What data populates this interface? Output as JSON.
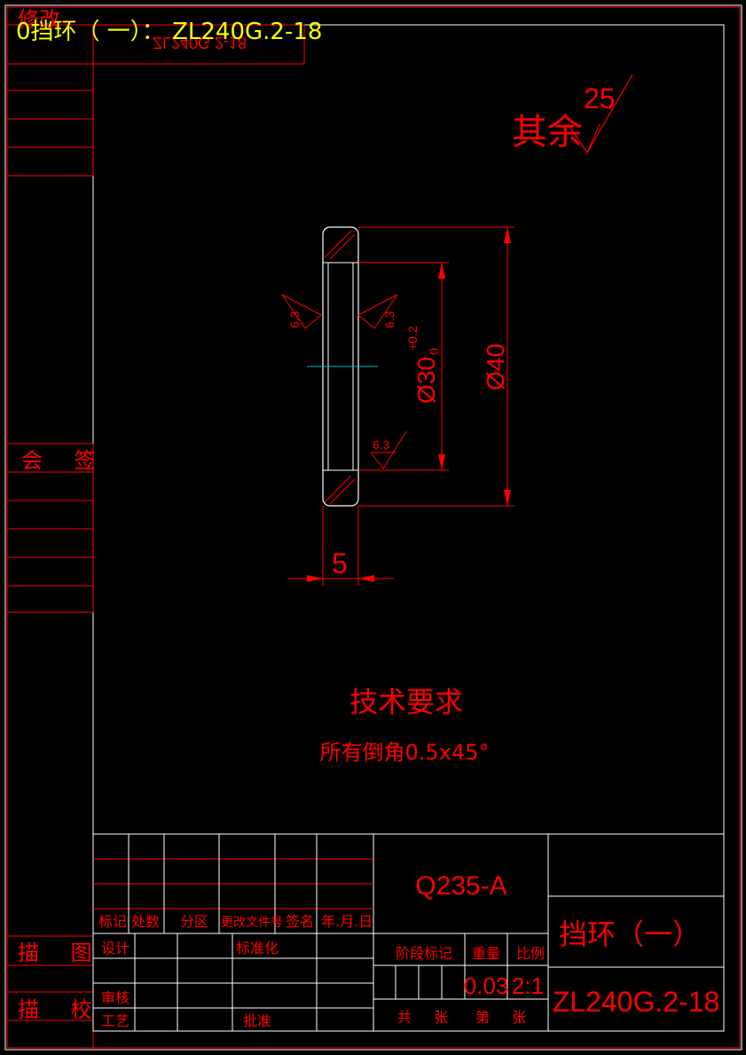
{
  "header": {
    "title": "0挡环（ 一）： ZL240G.2-18",
    "title_color": "#ffff00"
  },
  "left_strip": {
    "modify_label": "修改",
    "countersign_label": "会 签",
    "trace_label": "描 图",
    "check_label": "描 校"
  },
  "mirror_code": "ZL240G.2-18",
  "surface": {
    "remaining_label": "其余",
    "remaining_value": "25",
    "left_outer": "6.3",
    "left_inner": "6.3",
    "inner_bottom": "6.3"
  },
  "dimensions": {
    "inner_dia": "Ø30",
    "inner_tol_upper": "+0.2",
    "inner_tol_lower": "0",
    "outer_dia": "Ø40",
    "width": "5"
  },
  "notes": {
    "title": "技术要求",
    "line1": "所有倒角0.5x45°"
  },
  "title_block": {
    "material": "Q235-A",
    "part_name": "挡环（一）",
    "part_code": "ZL240G.2-18",
    "headers": [
      "标记",
      "处数",
      "分区",
      "更改文件号",
      "签名",
      "年.月.日"
    ],
    "design_label": "设计",
    "standardization_label": "标准化",
    "review_label": "审核",
    "process_label": "工艺",
    "approve_label": "批准",
    "stage_label": "阶段标记",
    "weight_label": "重量",
    "scale_label": "比例",
    "weight_value": "0.03",
    "scale_value": "2:1",
    "sheets_total": "共 张",
    "sheet_no": "第 张"
  },
  "colors": {
    "line": "#ff0000",
    "part": "#ffffff",
    "center": "#00c0c0",
    "title": "#ffff00"
  }
}
